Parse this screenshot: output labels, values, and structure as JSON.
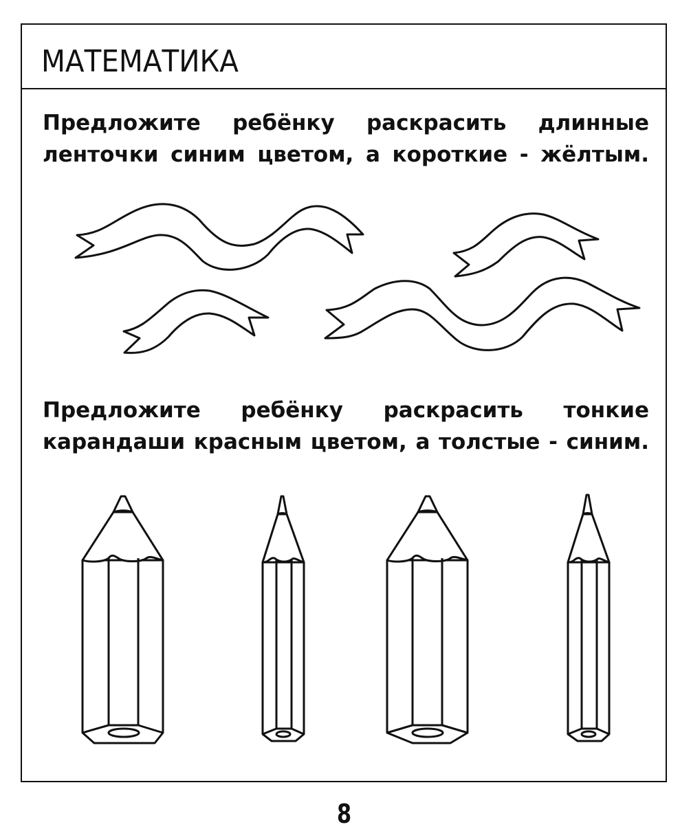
{
  "page": {
    "section_title": "МАТЕМАТИКА",
    "page_number": "8"
  },
  "tasks": [
    {
      "line1": "Предложите ребёнку раскрасить длинные",
      "line2": "ленточки синим цветом, а короткие - жёлтым.",
      "items": [
        {
          "type": "ribbon",
          "length": "long",
          "position": "top-left"
        },
        {
          "type": "ribbon",
          "length": "short",
          "position": "top-right"
        },
        {
          "type": "ribbon",
          "length": "short",
          "position": "bottom-left"
        },
        {
          "type": "ribbon",
          "length": "long",
          "position": "bottom-right"
        }
      ]
    },
    {
      "line1": "Предложите ребёнку раскрасить тонкие",
      "line2": "карандаши красным цветом, а толстые - синим.",
      "items": [
        {
          "type": "pencil",
          "thickness": "thick"
        },
        {
          "type": "pencil",
          "thickness": "thin"
        },
        {
          "type": "pencil",
          "thickness": "thick"
        },
        {
          "type": "pencil",
          "thickness": "thin"
        }
      ]
    }
  ],
  "colors": {
    "line": "#111111",
    "background": "#ffffff"
  }
}
